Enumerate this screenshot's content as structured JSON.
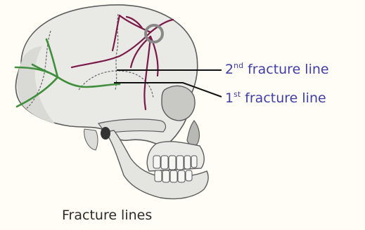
{
  "figure": {
    "caption": "Fracture lines"
  },
  "labels": {
    "second": {
      "ordinal_number": "2",
      "ordinal_suffix": "nd",
      "text": " fracture line"
    },
    "first": {
      "ordinal_number": "1",
      "ordinal_suffix": "st",
      "text": " fracture line"
    }
  },
  "colors": {
    "background": "#fffdf6",
    "skull_fill": "#e9e9e6",
    "skull_outline": "#5c5c5c",
    "second_fracture_line": "#7a1a48",
    "first_fracture_line": "#3f8f3c",
    "marker_ring": "#888888",
    "leader_line": "#111111",
    "label_text": "#3e3ea6"
  }
}
